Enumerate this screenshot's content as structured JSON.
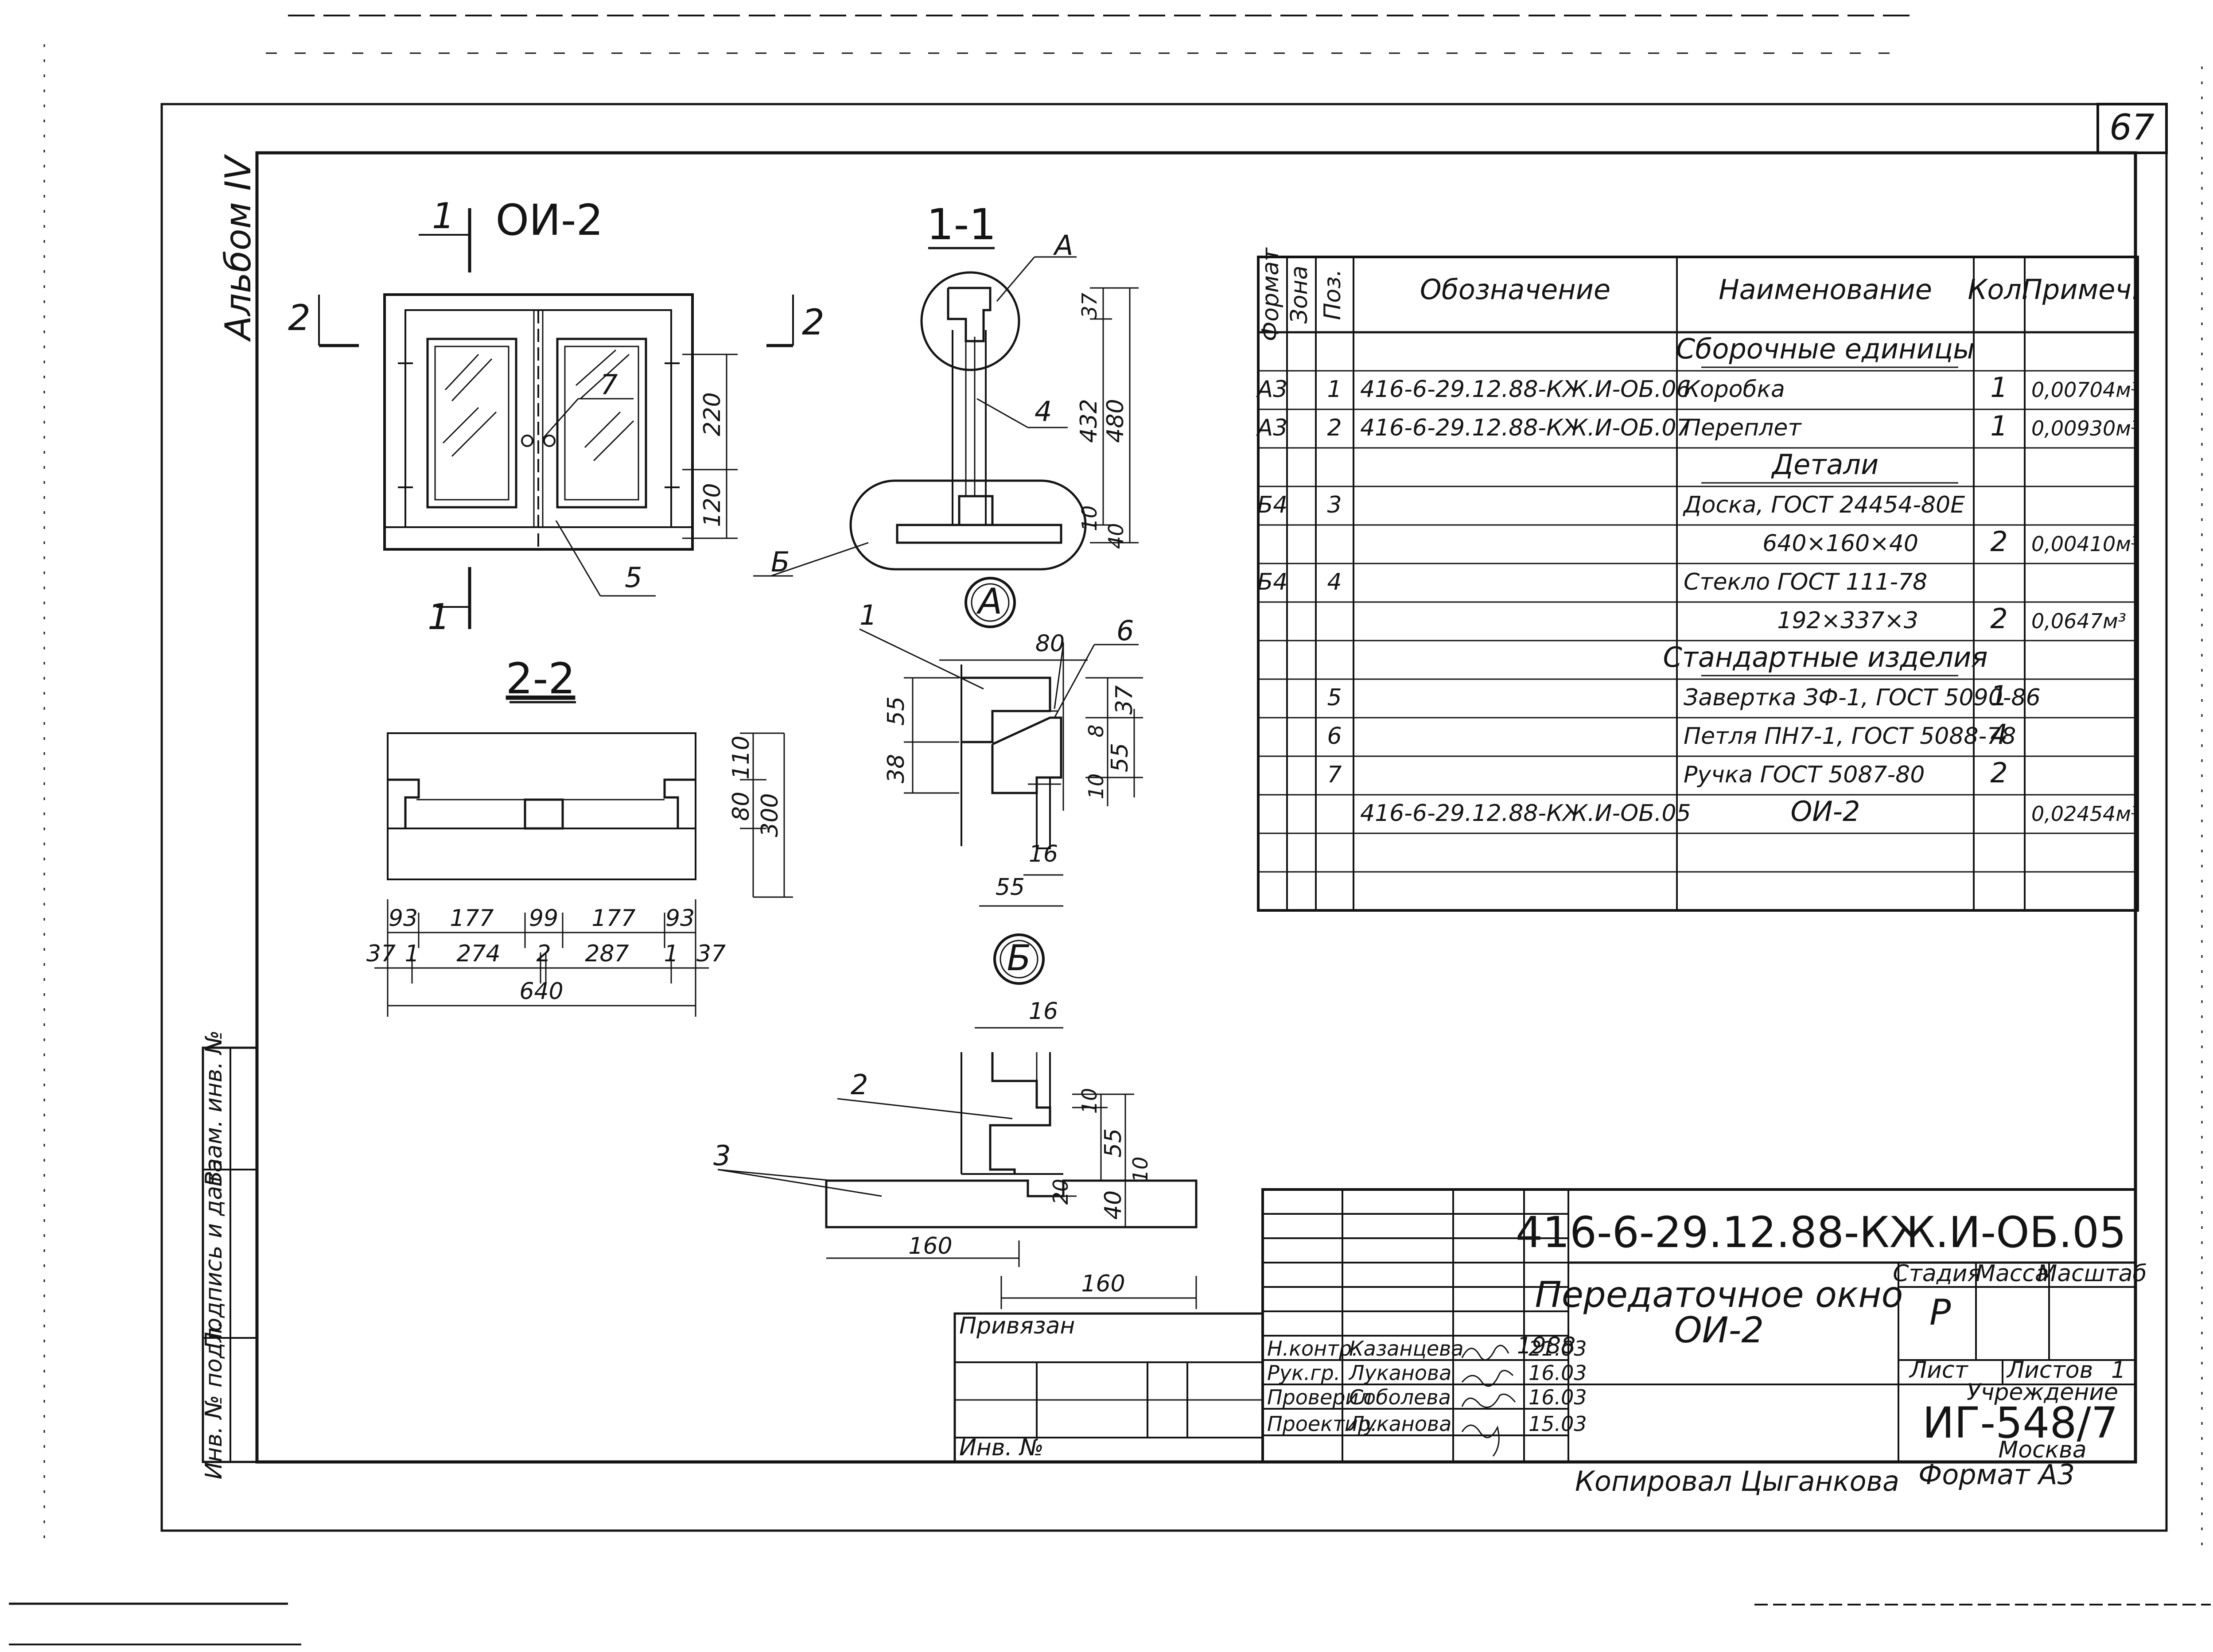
{
  "sheet": {
    "page_number": "67",
    "album": "Альбом IV",
    "copied_by": "Копировал Цыганкова",
    "format": "Формат А3"
  },
  "left_strip": {
    "cells": [
      "Взам. инв. №",
      "Подпись и дата",
      "Инв. № подл."
    ]
  },
  "drawings": {
    "view_title": "ОИ-2",
    "section_1_1": "1-1",
    "section_2_2": "2-2",
    "detail_a": "А",
    "detail_b": "Б",
    "cut_marks": [
      "1",
      "1",
      "2",
      "2"
    ],
    "callouts_main": [
      "7",
      "5"
    ],
    "callouts_section": [
      "А",
      "4",
      "Б"
    ],
    "callouts_detail_a": [
      "1",
      "6"
    ],
    "callouts_detail_b": [
      "2",
      "3"
    ],
    "dims_view": [
      "220",
      "120"
    ],
    "dims_section_1_1": [
      "37",
      "432",
      "480",
      "10",
      "40"
    ],
    "dims_section_2_2_vertical": [
      "110",
      "80",
      "300"
    ],
    "dims_section_2_2_top": [
      "93",
      "177",
      "99",
      "177",
      "93"
    ],
    "dims_section_2_2_bottom": [
      "37",
      "1",
      "274",
      "2",
      "287",
      "1",
      "37"
    ],
    "dims_section_2_2_total": "640",
    "dims_detail_a": [
      "80",
      "55",
      "38",
      "37",
      "8",
      "55",
      "10",
      "16",
      "55"
    ],
    "dims_detail_b": [
      "16",
      "10",
      "55",
      "10",
      "20",
      "40",
      "160",
      "160"
    ]
  },
  "spec_table": {
    "headers": [
      "Формат",
      "Зона",
      "Поз.",
      "Обозначение",
      "Наименование",
      "Кол.",
      "Примеч."
    ],
    "rows": [
      {
        "fmt": "",
        "zone": "",
        "pos": "",
        "code": "",
        "name": "Сборочные единицы",
        "qty": "",
        "note": "",
        "heading": true
      },
      {
        "fmt": "А3",
        "zone": "",
        "pos": "1",
        "code": "416-6-29.12.88-КЖ.И-ОБ.06",
        "name": "Коробка",
        "qty": "1",
        "note": "0,00704м³"
      },
      {
        "fmt": "А3",
        "zone": "",
        "pos": "2",
        "code": "416-6-29.12.88-КЖ.И-ОБ.07",
        "name": "Переплет",
        "qty": "1",
        "note": "0,00930м³"
      },
      {
        "fmt": "",
        "zone": "",
        "pos": "",
        "code": "",
        "name": "Детали",
        "qty": "",
        "note": "",
        "heading": true
      },
      {
        "fmt": "Б4",
        "zone": "",
        "pos": "3",
        "code": "",
        "name": "Доска, ГОСТ 24454-80Е",
        "qty": "",
        "note": ""
      },
      {
        "fmt": "",
        "zone": "",
        "pos": "",
        "code": "",
        "name": "640×160×40",
        "qty": "2",
        "note": "0,00410м³",
        "indent": true
      },
      {
        "fmt": "Б4",
        "zone": "",
        "pos": "4",
        "code": "",
        "name": "Стекло ГОСТ 111-78",
        "qty": "",
        "note": ""
      },
      {
        "fmt": "",
        "zone": "",
        "pos": "",
        "code": "",
        "name": "192×337×3",
        "qty": "2",
        "note": "0,0647м³",
        "indent": true
      },
      {
        "fmt": "",
        "zone": "",
        "pos": "",
        "code": "",
        "name": "Стандартные изделия",
        "qty": "",
        "note": "",
        "heading": true
      },
      {
        "fmt": "",
        "zone": "",
        "pos": "5",
        "code": "",
        "name": "Завертка ЗФ-1, ГОСТ 5090-86",
        "qty": "1",
        "note": ""
      },
      {
        "fmt": "",
        "zone": "",
        "pos": "6",
        "code": "",
        "name": "Петля ПН7-1, ГОСТ 5088-78",
        "qty": "4",
        "note": ""
      },
      {
        "fmt": "",
        "zone": "",
        "pos": "7",
        "code": "",
        "name": "Ручка ГОСТ 5087-80",
        "qty": "2",
        "note": ""
      },
      {
        "fmt": "",
        "zone": "",
        "pos": "",
        "code": "416-6-29.12.88-КЖ.И-ОБ.05",
        "name": "ОИ-2",
        "qty": "",
        "note": "0,02454м³"
      },
      {
        "fmt": "",
        "zone": "",
        "pos": "",
        "code": "",
        "name": "",
        "qty": "",
        "note": ""
      },
      {
        "fmt": "",
        "zone": "",
        "pos": "",
        "code": "",
        "name": "",
        "qty": "",
        "note": ""
      }
    ]
  },
  "title_block": {
    "designation": "416-6-29.12.88-КЖ.И-ОБ.05",
    "title_line1": "Передаточное окно",
    "title_line2": "ОИ-2",
    "year": "1988",
    "stage_label": "Стадия",
    "mass_label": "Масса",
    "scale_label": "Масштаб",
    "stage": "Р",
    "sheet_label": "Лист",
    "sheets_label": "Листов",
    "sheets": "1",
    "org_label": "Учреждение",
    "org": "ИГ-548/7",
    "city": "Москва",
    "roles": [
      {
        "role": "Н.контр.",
        "name": "Казанцева",
        "date": "21.03"
      },
      {
        "role": "Рук.гр.",
        "name": "Луканова",
        "date": "16.03"
      },
      {
        "role": "Проверил",
        "name": "Соболева",
        "date": "16.03"
      },
      {
        "role": "Проектир.",
        "name": "Луканова",
        "date": "15.03"
      }
    ],
    "binding_label": "Привязан",
    "inv_label": "Инв. №"
  }
}
